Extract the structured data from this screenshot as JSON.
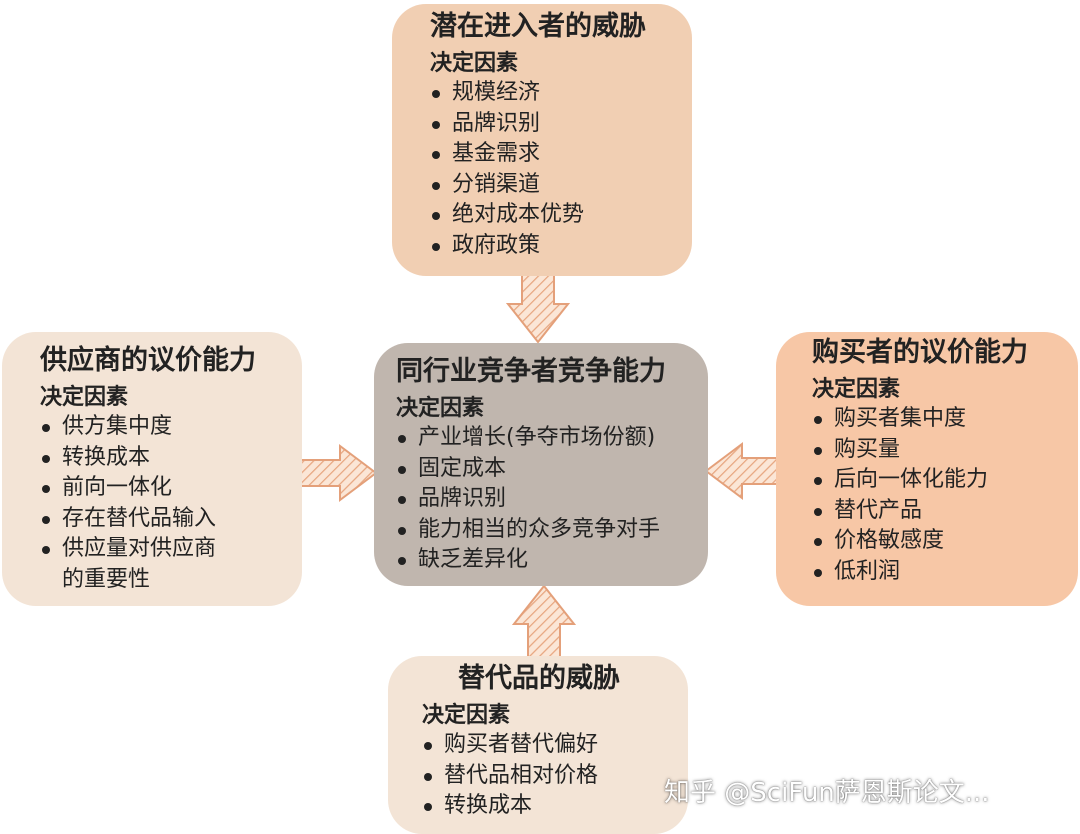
{
  "top_box": {
    "title": "潜在进入者的威胁",
    "subtitle": "决定因素",
    "items": [
      "规模经济",
      "品牌识别",
      "基金需求",
      "分销渠道",
      "绝对成本优势",
      "政府政策"
    ]
  },
  "left_box": {
    "title": "供应商的议价能力",
    "subtitle": "决定因素",
    "items": [
      "供方集中度",
      "转换成本",
      "前向一体化",
      "存在替代品输入",
      "供应量对供应商",
      "的重要性"
    ]
  },
  "center_box": {
    "title": "同行业竞争者竞争能力",
    "subtitle": "决定因素",
    "items": [
      "产业增长(争夺市场份额)",
      "固定成本",
      "品牌识别",
      "能力相当的众多竞争对手",
      "缺乏差异化"
    ]
  },
  "right_box": {
    "title": "购买者的议价能力",
    "subtitle": "决定因素",
    "items": [
      "购买者集中度",
      "购买量",
      "后向一体化能力",
      "替代产品",
      "价格敏感度",
      "低利润"
    ]
  },
  "bottom_box": {
    "title": "替代品的威胁",
    "subtitle": "决定因素",
    "items": [
      "购买者替代偏好",
      "替代品相对价格",
      "转换成本"
    ]
  },
  "watermark": "知乎 @SciFun萨恩斯论文...",
  "colors": {
    "top": "#f1cfb3",
    "left": "#f3e4d6",
    "center": "#c0b6ae",
    "right": "#f7c7a6",
    "bottom": "#f3e4d6",
    "arrow": "#f0c3a0"
  }
}
